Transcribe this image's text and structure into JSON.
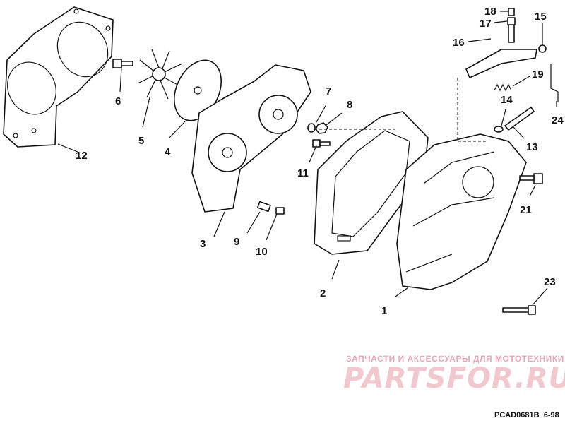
{
  "diagram": {
    "drawing_code": "PCAD0681B",
    "drawing_date": "6-98",
    "callouts": [
      "1",
      "2",
      "3",
      "4",
      "5",
      "6",
      "7",
      "8",
      "9",
      "10",
      "11",
      "12",
      "13",
      "14",
      "15",
      "16",
      "17",
      "18",
      "19",
      "21",
      "23",
      "24"
    ]
  },
  "watermark": {
    "caption": "ЗАПЧАСТИ И АКСЕССУАРЫ ДЛЯ МОТОТЕХНИКИ",
    "logo": "PARTSFOR.RU"
  }
}
